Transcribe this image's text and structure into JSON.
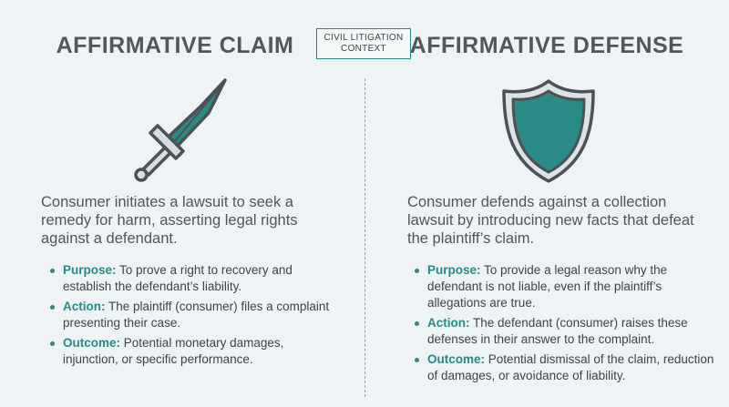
{
  "badge": {
    "line1": "CIVIL LITIGATION",
    "line2": "CONTEXT"
  },
  "colors": {
    "accent": "#2a8a86",
    "text": "#4f565b",
    "background": "#eef3f5"
  },
  "left": {
    "title": "AFFIRMATIVE CLAIM",
    "icon": "sword-icon",
    "description": "Consumer initiates a lawsuit to seek a remedy for harm, asserting legal rights against a defendant.",
    "points": [
      {
        "term": "Purpose:",
        "text": "To prove a right to recovery and establish the defendant’s liability."
      },
      {
        "term": "Action:",
        "text": "The plaintiff (consumer) files a complaint presenting their case."
      },
      {
        "term": "Outcome:",
        "text": "Potential monetary damages, injunction, or specific performance."
      }
    ]
  },
  "right": {
    "title": "AFFIRMATIVE DEFENSE",
    "icon": "shield-icon",
    "description": "Consumer defends against a collection lawsuit by introducing new facts that defeat the plaintiff’s claim.",
    "points": [
      {
        "term": "Purpose:",
        "text": "To provide a legal reason why the defendant is not liable, even if the plaintiff’s allegations are true."
      },
      {
        "term": "Action:",
        "text": "The defendant (consumer) raises these defenses in their answer to the complaint."
      },
      {
        "term": "Outcome:",
        "text": "Potential dismissal of the claim, reduction of damages, or avoidance of liability."
      }
    ]
  }
}
